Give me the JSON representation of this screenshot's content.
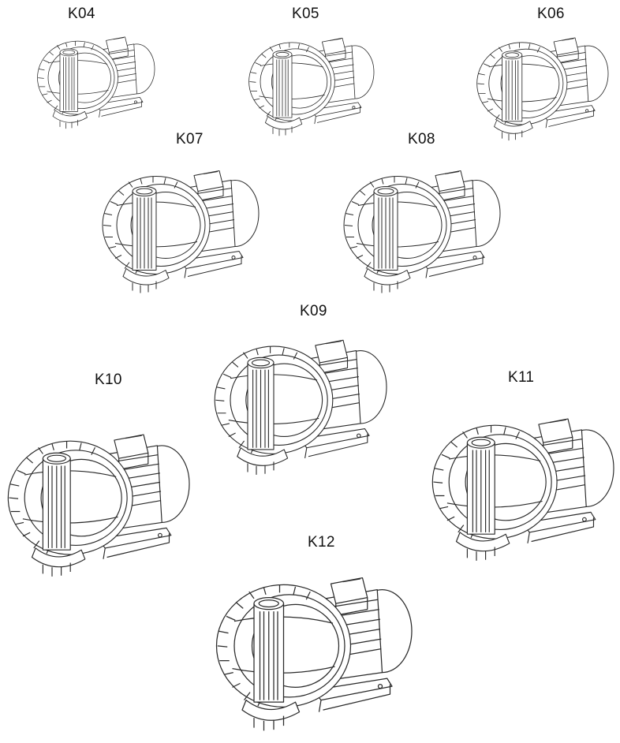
{
  "models": [
    {
      "label": "K04",
      "icon": "side-channel-blower-icon"
    },
    {
      "label": "K05",
      "icon": "side-channel-blower-icon"
    },
    {
      "label": "K06",
      "icon": "side-channel-blower-icon"
    },
    {
      "label": "K07",
      "icon": "side-channel-blower-icon"
    },
    {
      "label": "K08",
      "icon": "side-channel-blower-icon"
    },
    {
      "label": "K09",
      "icon": "side-channel-blower-icon"
    },
    {
      "label": "K10",
      "icon": "side-channel-blower-icon"
    },
    {
      "label": "K11",
      "icon": "side-channel-blower-icon"
    },
    {
      "label": "K12",
      "icon": "side-channel-blower-icon"
    }
  ],
  "colors": {
    "line": "#2a2a2a",
    "background": "#ffffff"
  }
}
